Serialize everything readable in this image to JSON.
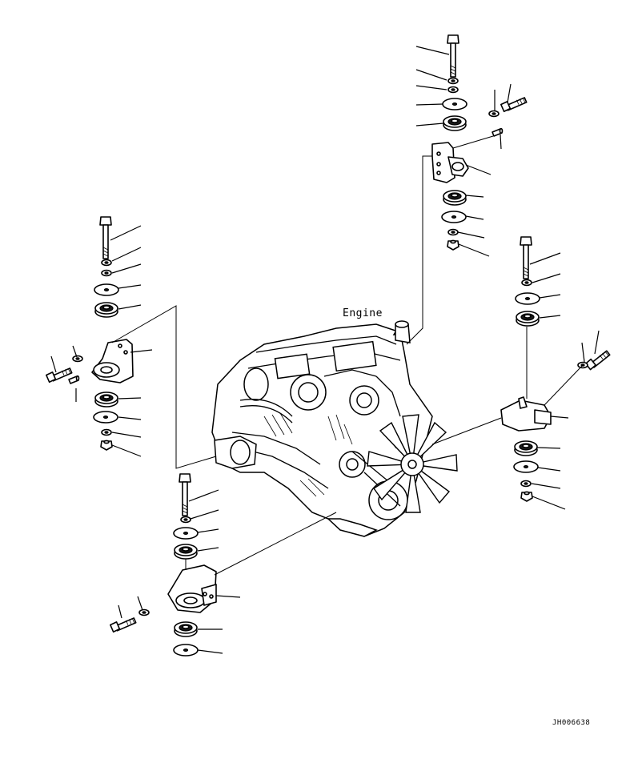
{
  "diagram": {
    "engine_label": "Engine",
    "drawing_number": "JH006638"
  },
  "colors": {
    "line": "#000000",
    "background": "#ffffff"
  },
  "icons": {
    "engine": "engine-illustration",
    "fan": "cooling-fan-illustration",
    "bolt": "hex-bolt-icon",
    "washer": "flat-washer-icon",
    "spring_washer": "spring-washer-icon",
    "nut": "hex-nut-icon",
    "cushion": "rubber-cushion-icon",
    "bracket": "mount-bracket-icon",
    "spacer": "spacer-pin-icon"
  }
}
